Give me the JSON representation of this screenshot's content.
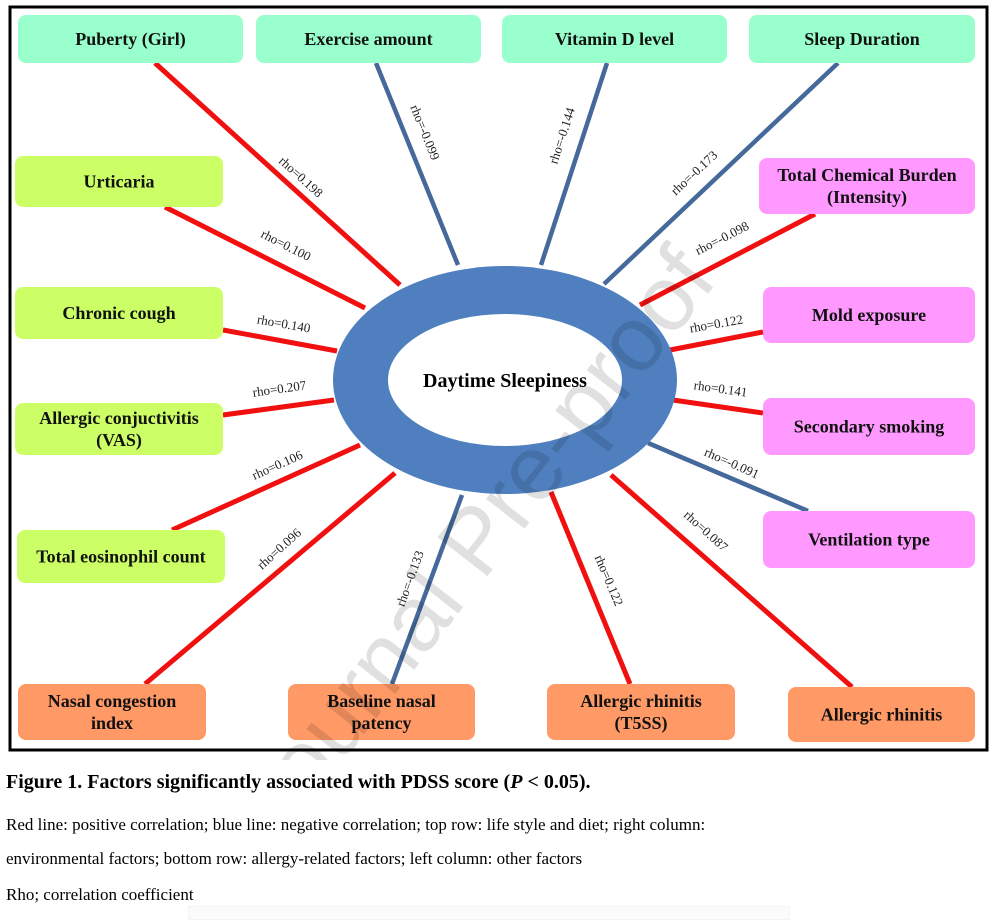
{
  "center": {
    "label": "Daytime Sleepiness"
  },
  "colors": {
    "positive_line": "#f01010",
    "negative_line": "#44699a",
    "ellipse": "#4f7fbf",
    "top_row_box": "#99ffcc",
    "left_column_box": "#ccff66",
    "right_column_box": "#ff99ff",
    "bottom_row_box": "#ff9966"
  },
  "chart_data": {
    "type": "diagram",
    "title": "Daytime Sleepiness",
    "groups": {
      "top": "life style and diet",
      "right": "environmental factors",
      "bottom": "allergy-related factors",
      "left": "other factors"
    },
    "factors": [
      {
        "id": "puberty",
        "group": "top",
        "label": [
          "Puberty (Girl)"
        ],
        "rho": 0.198,
        "rho_label": "rho=0.198",
        "sign": "positive"
      },
      {
        "id": "exercise",
        "group": "top",
        "label": [
          "Exercise amount"
        ],
        "rho": -0.099,
        "rho_label": "rho=-0.099",
        "sign": "negative"
      },
      {
        "id": "vitamin-d",
        "group": "top",
        "label": [
          "Vitamin  D level"
        ],
        "rho": -0.144,
        "rho_label": "rho=-0.144",
        "sign": "negative"
      },
      {
        "id": "sleep-duration",
        "group": "top",
        "label": [
          "Sleep Duration"
        ],
        "rho": -0.173,
        "rho_label": "rho=-0.173",
        "sign": "negative"
      },
      {
        "id": "urticaria",
        "group": "left",
        "label": [
          "Urticaria"
        ],
        "rho": 0.1,
        "rho_label": "rho=0.100",
        "sign": "positive"
      },
      {
        "id": "chronic-cough",
        "group": "left",
        "label": [
          "Chronic  cough"
        ],
        "rho": 0.14,
        "rho_label": "rho=0.140",
        "sign": "positive"
      },
      {
        "id": "allergic-conjunctivitis",
        "group": "left",
        "label": [
          "Allergic  conjuctivitis",
          "(VAS)"
        ],
        "rho": 0.207,
        "rho_label": "rho=0.207",
        "sign": "positive"
      },
      {
        "id": "total-eosinophil",
        "group": "left",
        "label": [
          "Total eosinophil  count"
        ],
        "rho": 0.106,
        "rho_label": "rho=0.106",
        "sign": "positive"
      },
      {
        "id": "total-chemical-burden",
        "group": "right",
        "label": [
          "Total Chemical  Burden",
          "(Intensity)"
        ],
        "rho": -0.098,
        "rho_label": "rho=-0.098",
        "sign": "positive"
      },
      {
        "id": "mold-exposure",
        "group": "right",
        "label": [
          "Mold  exposure"
        ],
        "rho": 0.122,
        "rho_label": "rho=0.122",
        "sign": "positive"
      },
      {
        "id": "secondary-smoking",
        "group": "right",
        "label": [
          "Secondary  smoking"
        ],
        "rho": 0.141,
        "rho_label": "rho=0.141",
        "sign": "positive"
      },
      {
        "id": "ventilation-type",
        "group": "right",
        "label": [
          "Ventilation  type"
        ],
        "rho": -0.091,
        "rho_label": "rho=-0.091",
        "sign": "negative"
      },
      {
        "id": "nasal-congestion-index",
        "group": "bottom",
        "label": [
          "Nasal congestion",
          "index"
        ],
        "rho": 0.096,
        "rho_label": "rho=0.096",
        "sign": "positive"
      },
      {
        "id": "baseline-nasal-patency",
        "group": "bottom",
        "label": [
          "Baseline nasal",
          "patency"
        ],
        "rho": -0.133,
        "rho_label": "rho=-0.133",
        "sign": "negative"
      },
      {
        "id": "allergic-rhinitis-t5ss",
        "group": "bottom",
        "label": [
          "Allergic  rhinitis",
          "(T5SS)"
        ],
        "rho": 0.122,
        "rho_label": "rho=0.122",
        "sign": "positive"
      },
      {
        "id": "allergic-rhinitis",
        "group": "bottom",
        "label": [
          "Allergic  rhinitis"
        ],
        "rho": 0.087,
        "rho_label": "rho=0.087",
        "sign": "positive"
      }
    ]
  },
  "caption": {
    "title_prefix": "Figure 1. Factors significantly associated with PDSS score (",
    "title_p": "P",
    "title_suffix": " < 0.05).",
    "line1": "Red line: positive correlation; blue line: negative correlation; top row: life style and diet; right column:",
    "line2": "environmental factors; bottom row: allergy-related factors; left column: other factors",
    "line3": "Rho; correlation coefficient"
  },
  "watermark": "Journal Pre-proof"
}
